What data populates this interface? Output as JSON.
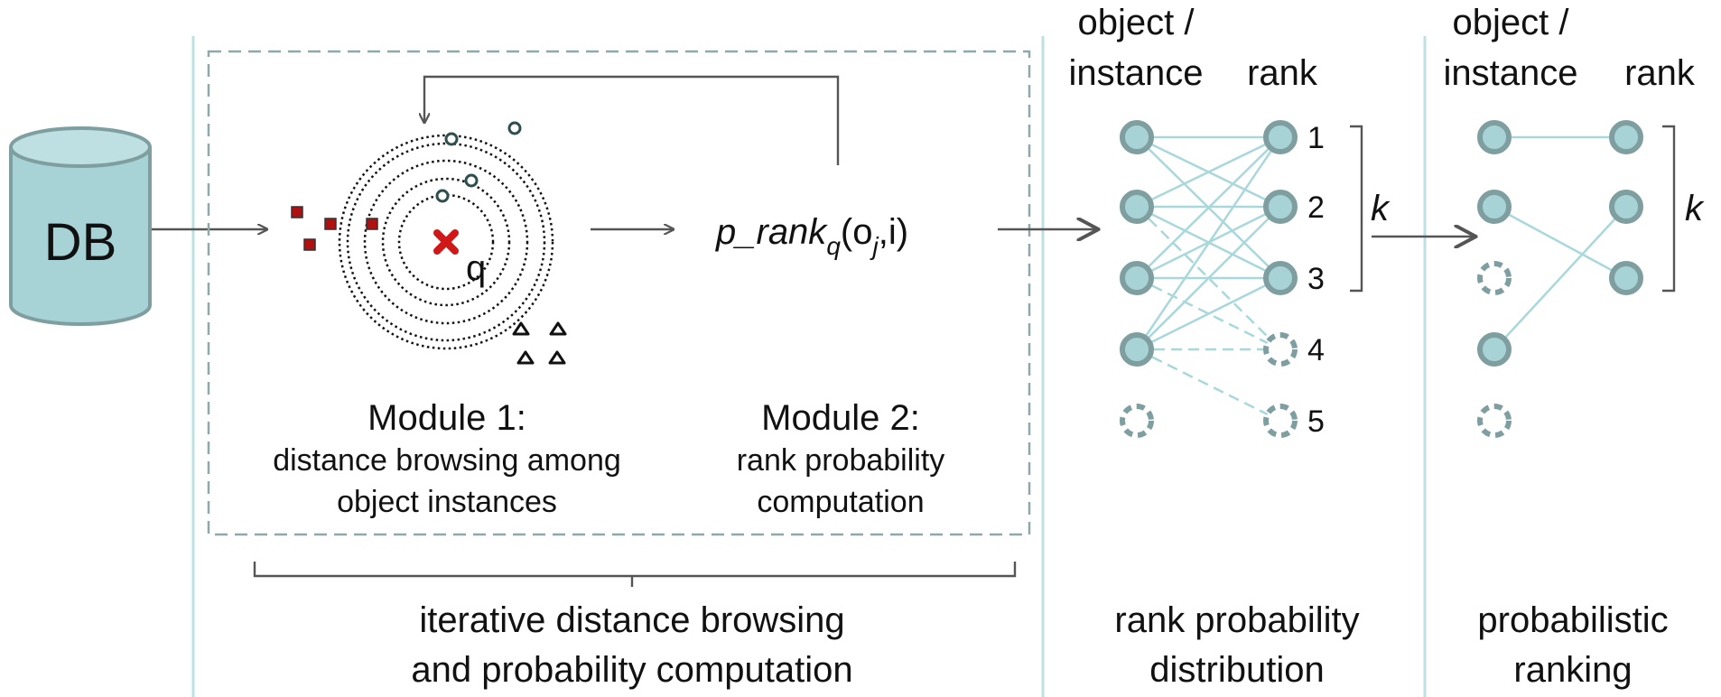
{
  "db": {
    "label": "DB"
  },
  "module1": {
    "title": "Module 1:",
    "line1": "distance browsing among",
    "line2": "object instances",
    "query_label": "q"
  },
  "module2": {
    "title": "Module 2:",
    "line1": "rank probability",
    "line2": "computation"
  },
  "formula": {
    "p": "p_rank",
    "q": "q",
    "open": "(o",
    "j": "j",
    "rest": ",i)"
  },
  "brace1": {
    "line1": "iterative distance browsing",
    "line2": "and probability computation"
  },
  "panel_dist": {
    "header_left_1": "object /",
    "header_left_2": "instance",
    "header_right": "rank",
    "ranks": [
      "1",
      "2",
      "3",
      "4",
      "5"
    ],
    "k": "k",
    "caption1": "rank probability",
    "caption2": "distribution"
  },
  "panel_rank": {
    "header_left_1": "object /",
    "header_left_2": "instance",
    "header_right": "rank",
    "k": "k",
    "caption1": "probabilistic",
    "caption2": "ranking"
  },
  "colors": {
    "node_fill": "#a8d3d6",
    "node_stroke": "#7f9ea0",
    "edge": "#a9d8dc",
    "divider": "#bfe0e3",
    "arrow": "#555555",
    "red_square": "#b01010",
    "cross": "#d01818"
  }
}
